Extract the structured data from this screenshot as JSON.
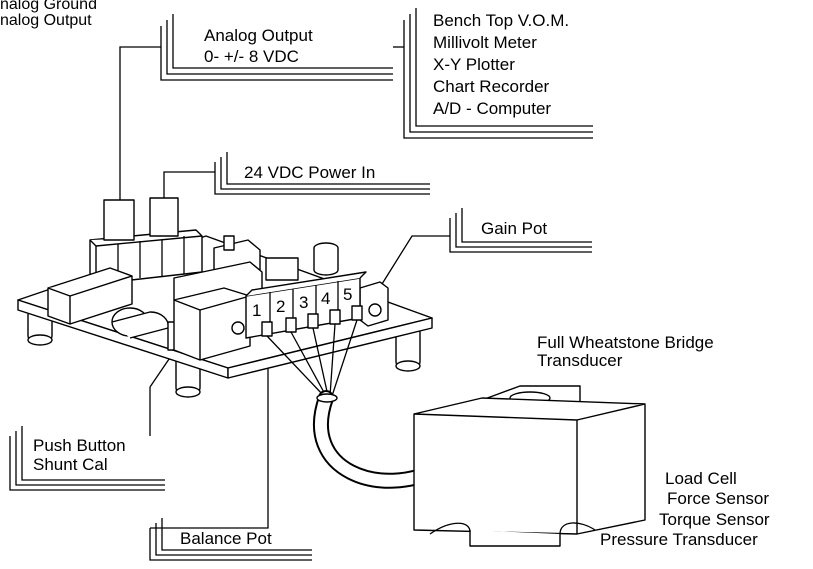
{
  "labels": {
    "top_left_1": "nalog Ground",
    "top_left_2": "nalog Output",
    "analog_output_1": "Analog Output",
    "analog_output_2": "0- +/- 8 VDC",
    "instruments": [
      "Bench Top V.O.M.",
      "Millivolt Meter",
      "X-Y Plotter",
      "Chart Recorder",
      "A/D - Computer"
    ],
    "power_in": "24 VDC Power In",
    "gain_pot": "Gain Pot",
    "transducer_1": "Full Wheatstone Bridge",
    "transducer_2": "Transducer",
    "push_button_1": "Push Button",
    "push_button_2": "Shunt Cal",
    "balance_pot": "Balance Pot",
    "sensors": [
      "Load Cell",
      "Force Sensor",
      "Torque Sensor",
      "Pressure Transducer"
    ]
  },
  "terminals": [
    "1",
    "2",
    "3",
    "4",
    "5"
  ]
}
